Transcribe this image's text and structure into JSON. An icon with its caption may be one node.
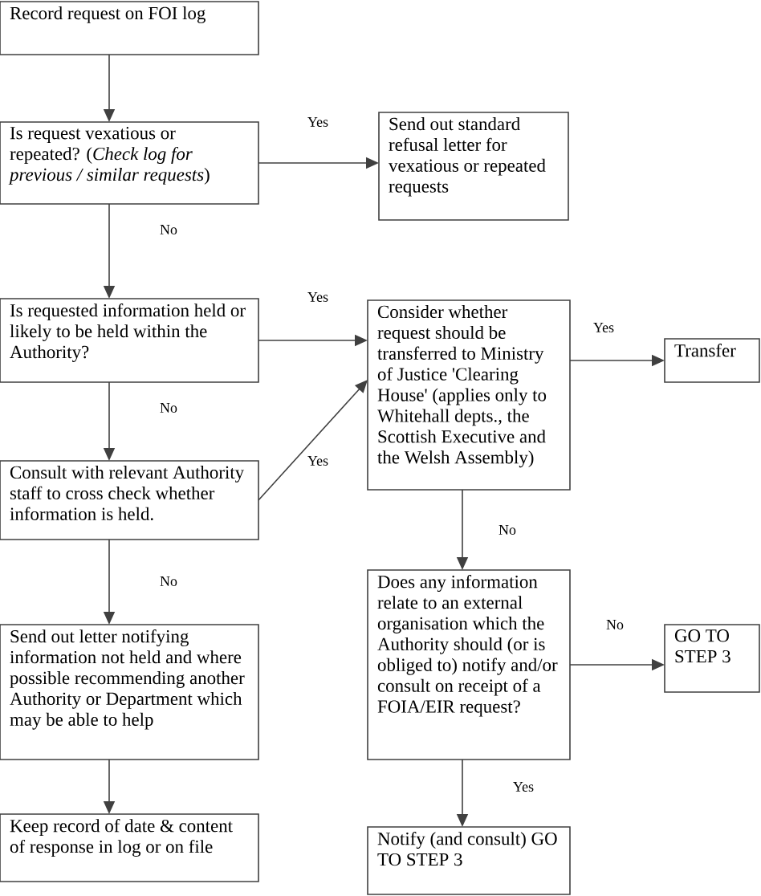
{
  "diagram": {
    "nodes": [
      {
        "text": [
          "Record request on FOI log"
        ]
      },
      {
        "text": [
          "Is  request vexatious or repeated? (*Check log for previous / similar requests*)"
        ]
      },
      {
        "text": [
          "Send out standard refusal letter for vexatious or repeated requests"
        ]
      },
      {
        "text": [
          "Is requested information held or likely to be held within the Authority?"
        ]
      },
      {
        "text": [
          "Consult with relevant Authority staff to cross check whether information is held."
        ]
      },
      {
        "text": [
          "Consider whether request should be transferred to Ministry of Justice 'Clearing House' (applies only to Whitehall depts., the Scottish Executive and the Welsh Assembly)"
        ]
      },
      {
        "text": [
          "Transfer"
        ]
      },
      {
        "text": [
          "Does any information relate to an external organisation which the Authority should (or is obliged to) notify and/or consult on receipt of a FOIA/EIR request?"
        ]
      },
      {
        "text": [
          "GO TO STEP 3"
        ]
      },
      {
        "text": [
          "Send out letter notifying information not held and where possible recommending another Authority or Department which may be able to help"
        ]
      },
      {
        "text": [
          "Keep record of date & content of response in log or on file"
        ]
      },
      {
        "text": [
          "Notify (and consult) GO TO STEP 3"
        ]
      }
    ],
    "edges": [
      {
        "from": 0,
        "to": 1,
        "arrow": "to"
      },
      {
        "from": 1,
        "to": 2,
        "arrow": "to",
        "label": "Yes"
      },
      {
        "from": 1,
        "to": 3,
        "arrow": "to",
        "label": "No"
      },
      {
        "from": 3,
        "to": 5,
        "arrow": "to",
        "label": "Yes"
      },
      {
        "from": 3,
        "to": 4,
        "arrow": "to",
        "label": "No"
      },
      {
        "from": 4,
        "to": 5,
        "arrow": "to",
        "label": "Yes"
      },
      {
        "from": 4,
        "to": 9,
        "arrow": "to",
        "label": "No"
      },
      {
        "from": 9,
        "to": 10,
        "arrow": "to"
      },
      {
        "from": 5,
        "to": 6,
        "arrow": "to",
        "label": "Yes"
      },
      {
        "from": 5,
        "to": 7,
        "arrow": "to",
        "label": "No"
      },
      {
        "from": 7,
        "to": 8,
        "arrow": "to",
        "label": "No"
      },
      {
        "from": 7,
        "to": 11,
        "arrow": "to",
        "label": "Yes"
      }
    ]
  }
}
